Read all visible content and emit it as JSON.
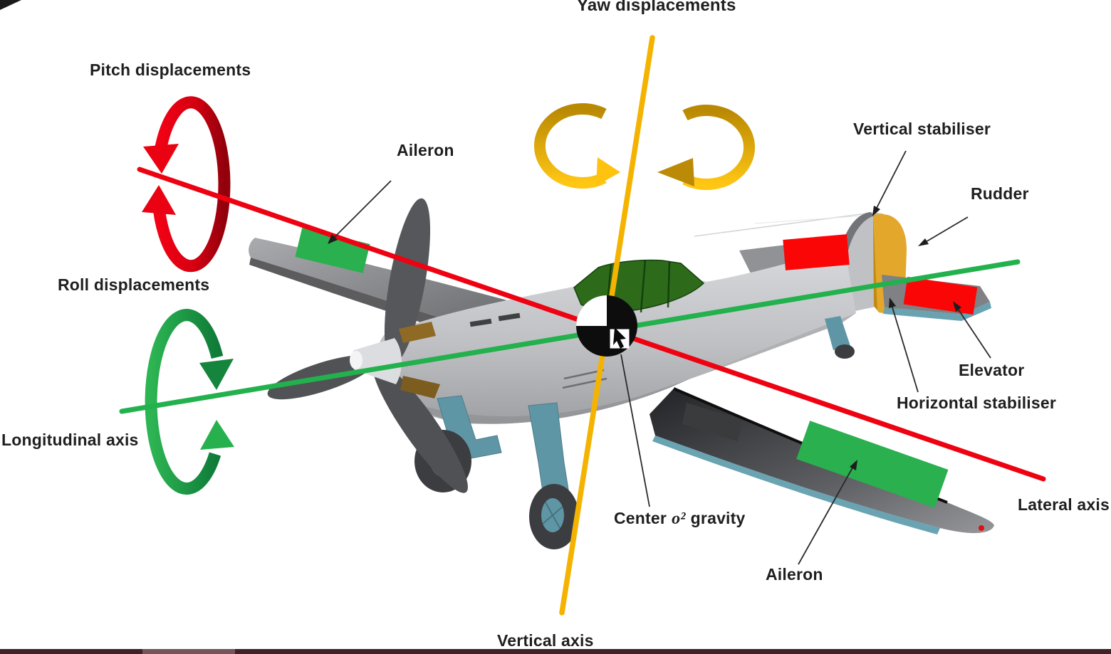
{
  "figure": {
    "title_context": "Aircraft axes and control surfaces diagram",
    "labels": {
      "yaw": "Yaw displacements",
      "pitch": "Pitch displacements",
      "roll": "Roll displacements",
      "longitudinal_axis": "Longitudinal axis",
      "aileron_left": "Aileron",
      "vertical_stabiliser": "Vertical stabiliser",
      "rudder": "Rudder",
      "elevator": "Elevator",
      "horizontal_stabiliser": "Horizontal stabiliser",
      "lateral_axis": "Lateral axis",
      "center_of_gravity": {
        "pre": "Center",
        "mid": "o²",
        "post": "gravity"
      },
      "aileron_right": "Aileron",
      "vertical_axis": "Vertical axis"
    },
    "colors": {
      "lateral_axis_line": "#ee0211",
      "longitudinal_axis_line": "#22b14c",
      "vertical_axis_line": "#f5b301",
      "pitch_arrow": "#e30613",
      "roll_arrow": "#1fa24a",
      "yaw_arrow": "#f0ad08",
      "aileron_marker": "#2ab04f",
      "elevator_marker": "#fb0607",
      "rudder_marker": "#e3a72c",
      "label_text": "#1f1f1f",
      "cg_symbol": "#0d0d0d"
    },
    "icons": [
      "pitch-rotation-arrow-icon",
      "roll-rotation-arrow-icon",
      "yaw-rotation-arrow-icon",
      "center-of-gravity-icon",
      "mouse-cursor-icon"
    ]
  }
}
